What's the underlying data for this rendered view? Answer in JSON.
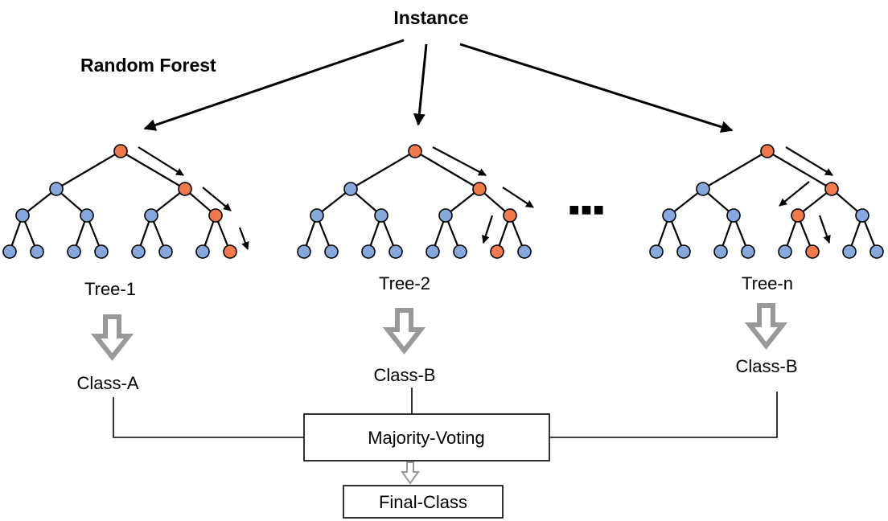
{
  "title": "Instance",
  "subtitle": "Random Forest",
  "ellipsis": "■■■",
  "trees": [
    {
      "label": "Tree-1",
      "class_label": "Class-A"
    },
    {
      "label": "Tree-2",
      "class_label": "Class-B"
    },
    {
      "label": "Tree-n",
      "class_label": "Class-B"
    }
  ],
  "voting": {
    "label": "Majority-Voting"
  },
  "final": {
    "label": "Final-Class"
  },
  "colors": {
    "node": "#86a8dd",
    "path_node": "#f07a4a",
    "arrow_gray": "#999999"
  }
}
